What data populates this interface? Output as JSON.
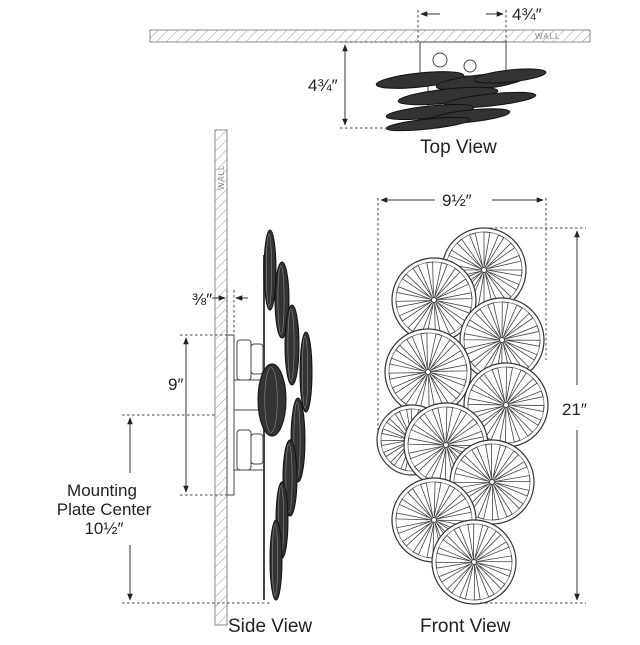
{
  "top_view": {
    "label": "Top View",
    "dim_depth": "4¾″",
    "dim_offset": "4¾″",
    "wall_label": "WALL"
  },
  "side_view": {
    "label": "Side View",
    "dim_plate": "⅜″",
    "dim_backplate": "9″",
    "mounting_line1": "Mounting",
    "mounting_line2": "Plate Center",
    "mounting_value": "10½″",
    "wall_label": "WALL"
  },
  "front_view": {
    "label": "Front View",
    "dim_width": "9½″",
    "dim_height": "21″"
  }
}
